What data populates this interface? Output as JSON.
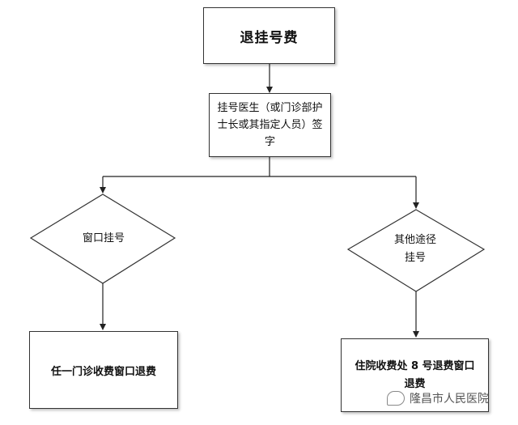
{
  "flowchart": {
    "title": "退挂号费",
    "sign_step": "挂号医生（或门诊部护士长或其指定人员）签字",
    "left_branch": {
      "decision": "窗口挂号",
      "result": "任一门诊收费窗口退费"
    },
    "right_branch": {
      "decision_line1": "其他途径",
      "decision_line2": "挂号",
      "result": "住院收费处 8 号退费窗口退费"
    }
  },
  "watermark": {
    "text": "隆昌市人民医院",
    "icon": "wechat-icon"
  }
}
